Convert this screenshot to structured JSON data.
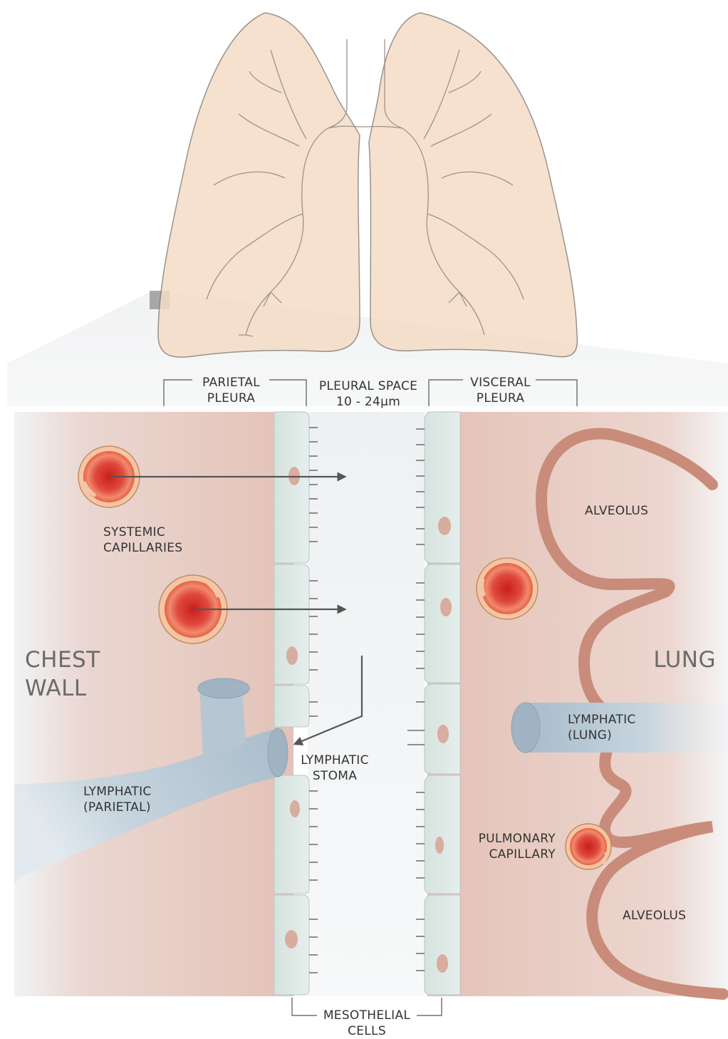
{
  "labels": {
    "parietal_pleura": "PARIETAL\nPLEURA",
    "pleural_space": "PLEURAL SPACE\n10 - 24µm",
    "visceral_pleura": "VISCERAL\nPLEURA",
    "systemic_capillaries": "SYSTEMIC\nCAPILLARIES",
    "chest_wall": "CHEST\nWALL",
    "lung": "LUNG",
    "alveolus_top": "ALVEOLUS",
    "alveolus_bottom": "ALVEOLUS",
    "lymphatic_lung": "LYMPHATIC\n(LUNG)",
    "lymphatic_stoma": "LYMPHATIC\nSTOMA",
    "lymphatic_parietal": "LYMPHATIC\n(PARIETAL)",
    "pulmonary_capillary": "PULMONARY\nCAPILLARY",
    "mesothelial_cells": "MESOTHELIAL\nCELLS"
  },
  "colors": {
    "lung_fill": "#f4dcc6",
    "lung_stroke": "#8a7f78",
    "tissue": "#e9c9bf",
    "tissue_fade": "#f1f3f4",
    "mesothelial": "#dfe8e6",
    "lymphatic": "#a9bccb",
    "alveolar_wall": "#c98c7a",
    "capillary_core": "#d9362b",
    "capillary_ring": "#f3c6a5",
    "arrow": "#555555"
  }
}
